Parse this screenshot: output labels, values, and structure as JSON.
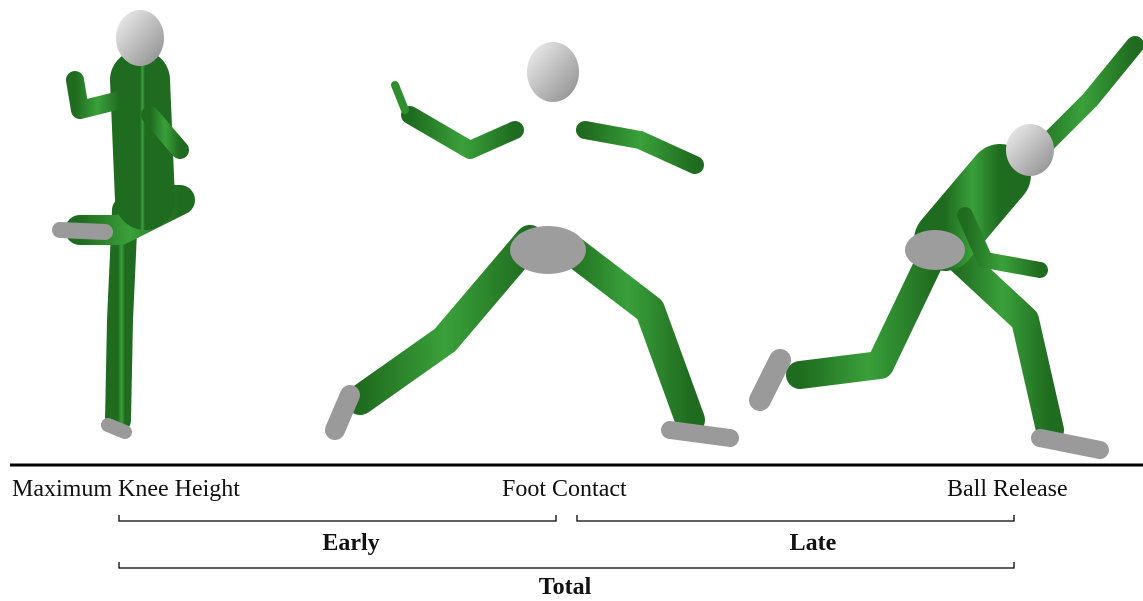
{
  "phases": {
    "start": "Maximum Knee Height",
    "middle": "Foot Contact",
    "end": "Ball Release"
  },
  "segments": {
    "early": "Early",
    "late": "Late",
    "total": "Total"
  },
  "colors": {
    "body_green": "#2f8f2f",
    "body_dark": "#1e5e1e",
    "joint_gray": "#b5b5b5",
    "line": "#000000"
  }
}
